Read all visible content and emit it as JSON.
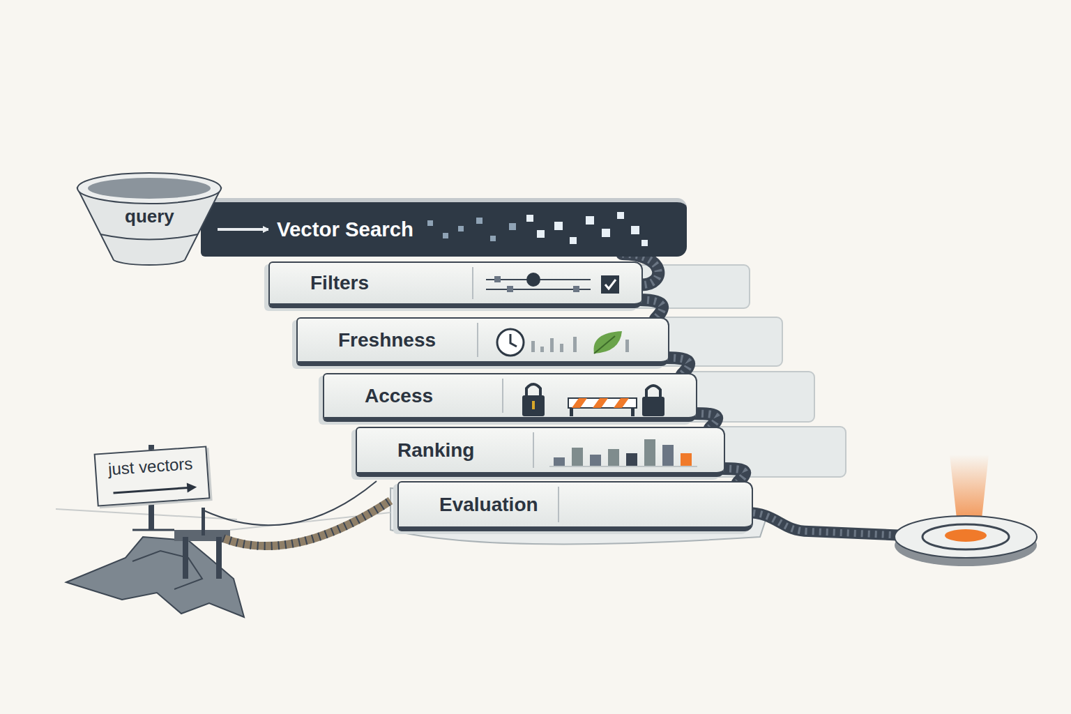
{
  "diagram": {
    "nodes": [
      {
        "text": [
          "query"
        ]
      },
      {
        "text": [
          "Vector Search"
        ]
      },
      {
        "text": [
          "Filters"
        ]
      },
      {
        "text": [
          "Freshness"
        ]
      },
      {
        "text": [
          "Access"
        ]
      },
      {
        "text": [
          "Ranking"
        ]
      },
      {
        "text": [
          "Evaluation"
        ]
      },
      {
        "text": [
          "just vectors"
        ]
      }
    ],
    "edges": [
      {
        "from": 0,
        "to": 1,
        "arrow": "to"
      },
      {
        "from": 1,
        "to": 2,
        "arrow": "none"
      },
      {
        "from": 2,
        "to": 3,
        "arrow": "none"
      },
      {
        "from": 3,
        "to": 4,
        "arrow": "none"
      },
      {
        "from": 4,
        "to": 5,
        "arrow": "none"
      },
      {
        "from": 5,
        "to": 6,
        "arrow": "none"
      }
    ]
  }
}
